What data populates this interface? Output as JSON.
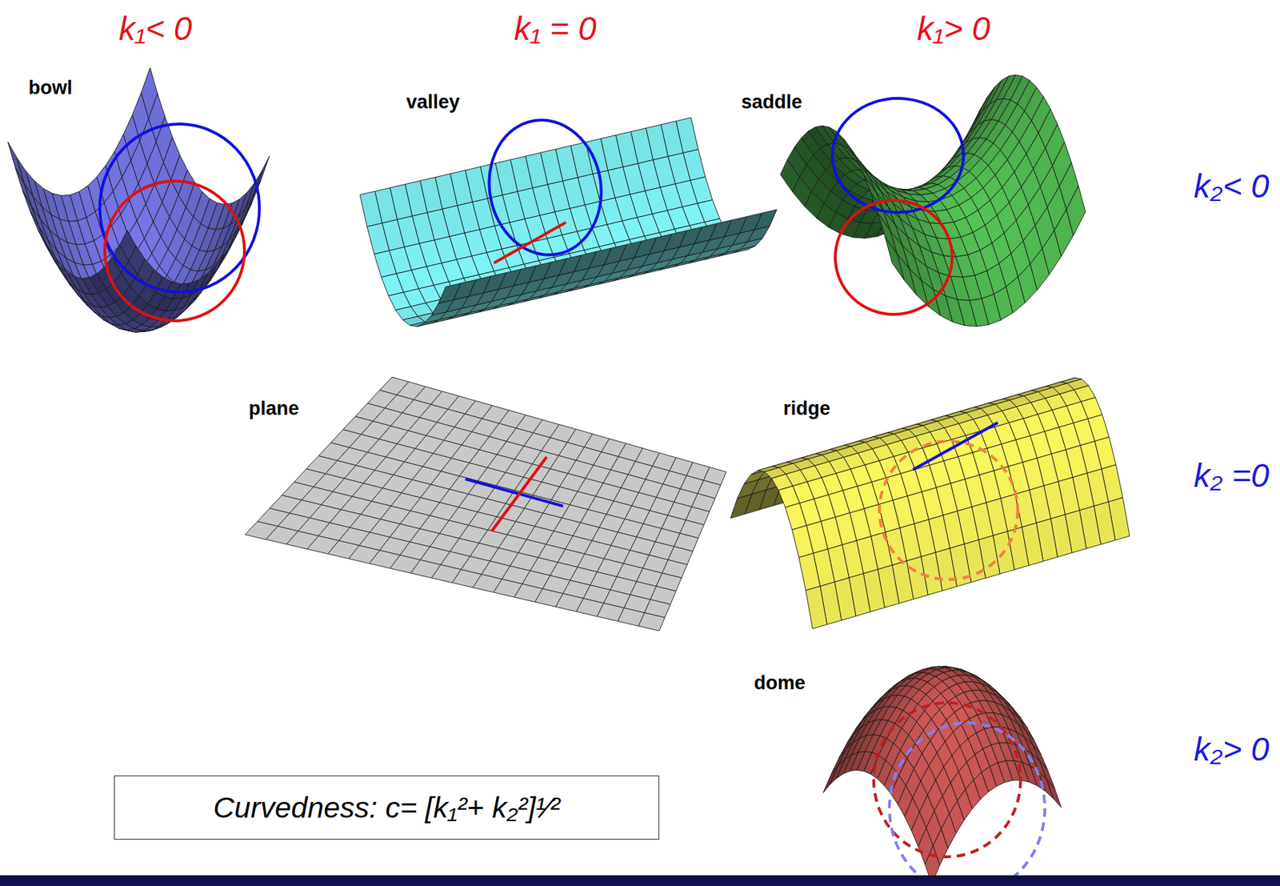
{
  "diagram": {
    "nodes": [
      {
        "text": [
          "Curvedness: c= [k₁²+ k₂²]¹⁄²"
        ]
      }
    ],
    "labels": [
      "k₁< 0",
      "k₁ = 0",
      "k₁> 0",
      "bowl",
      "valley",
      "saddle",
      "k₂< 0",
      "plane",
      "ridge",
      "k₂ =0",
      "dome",
      "k₂> 0"
    ]
  }
}
